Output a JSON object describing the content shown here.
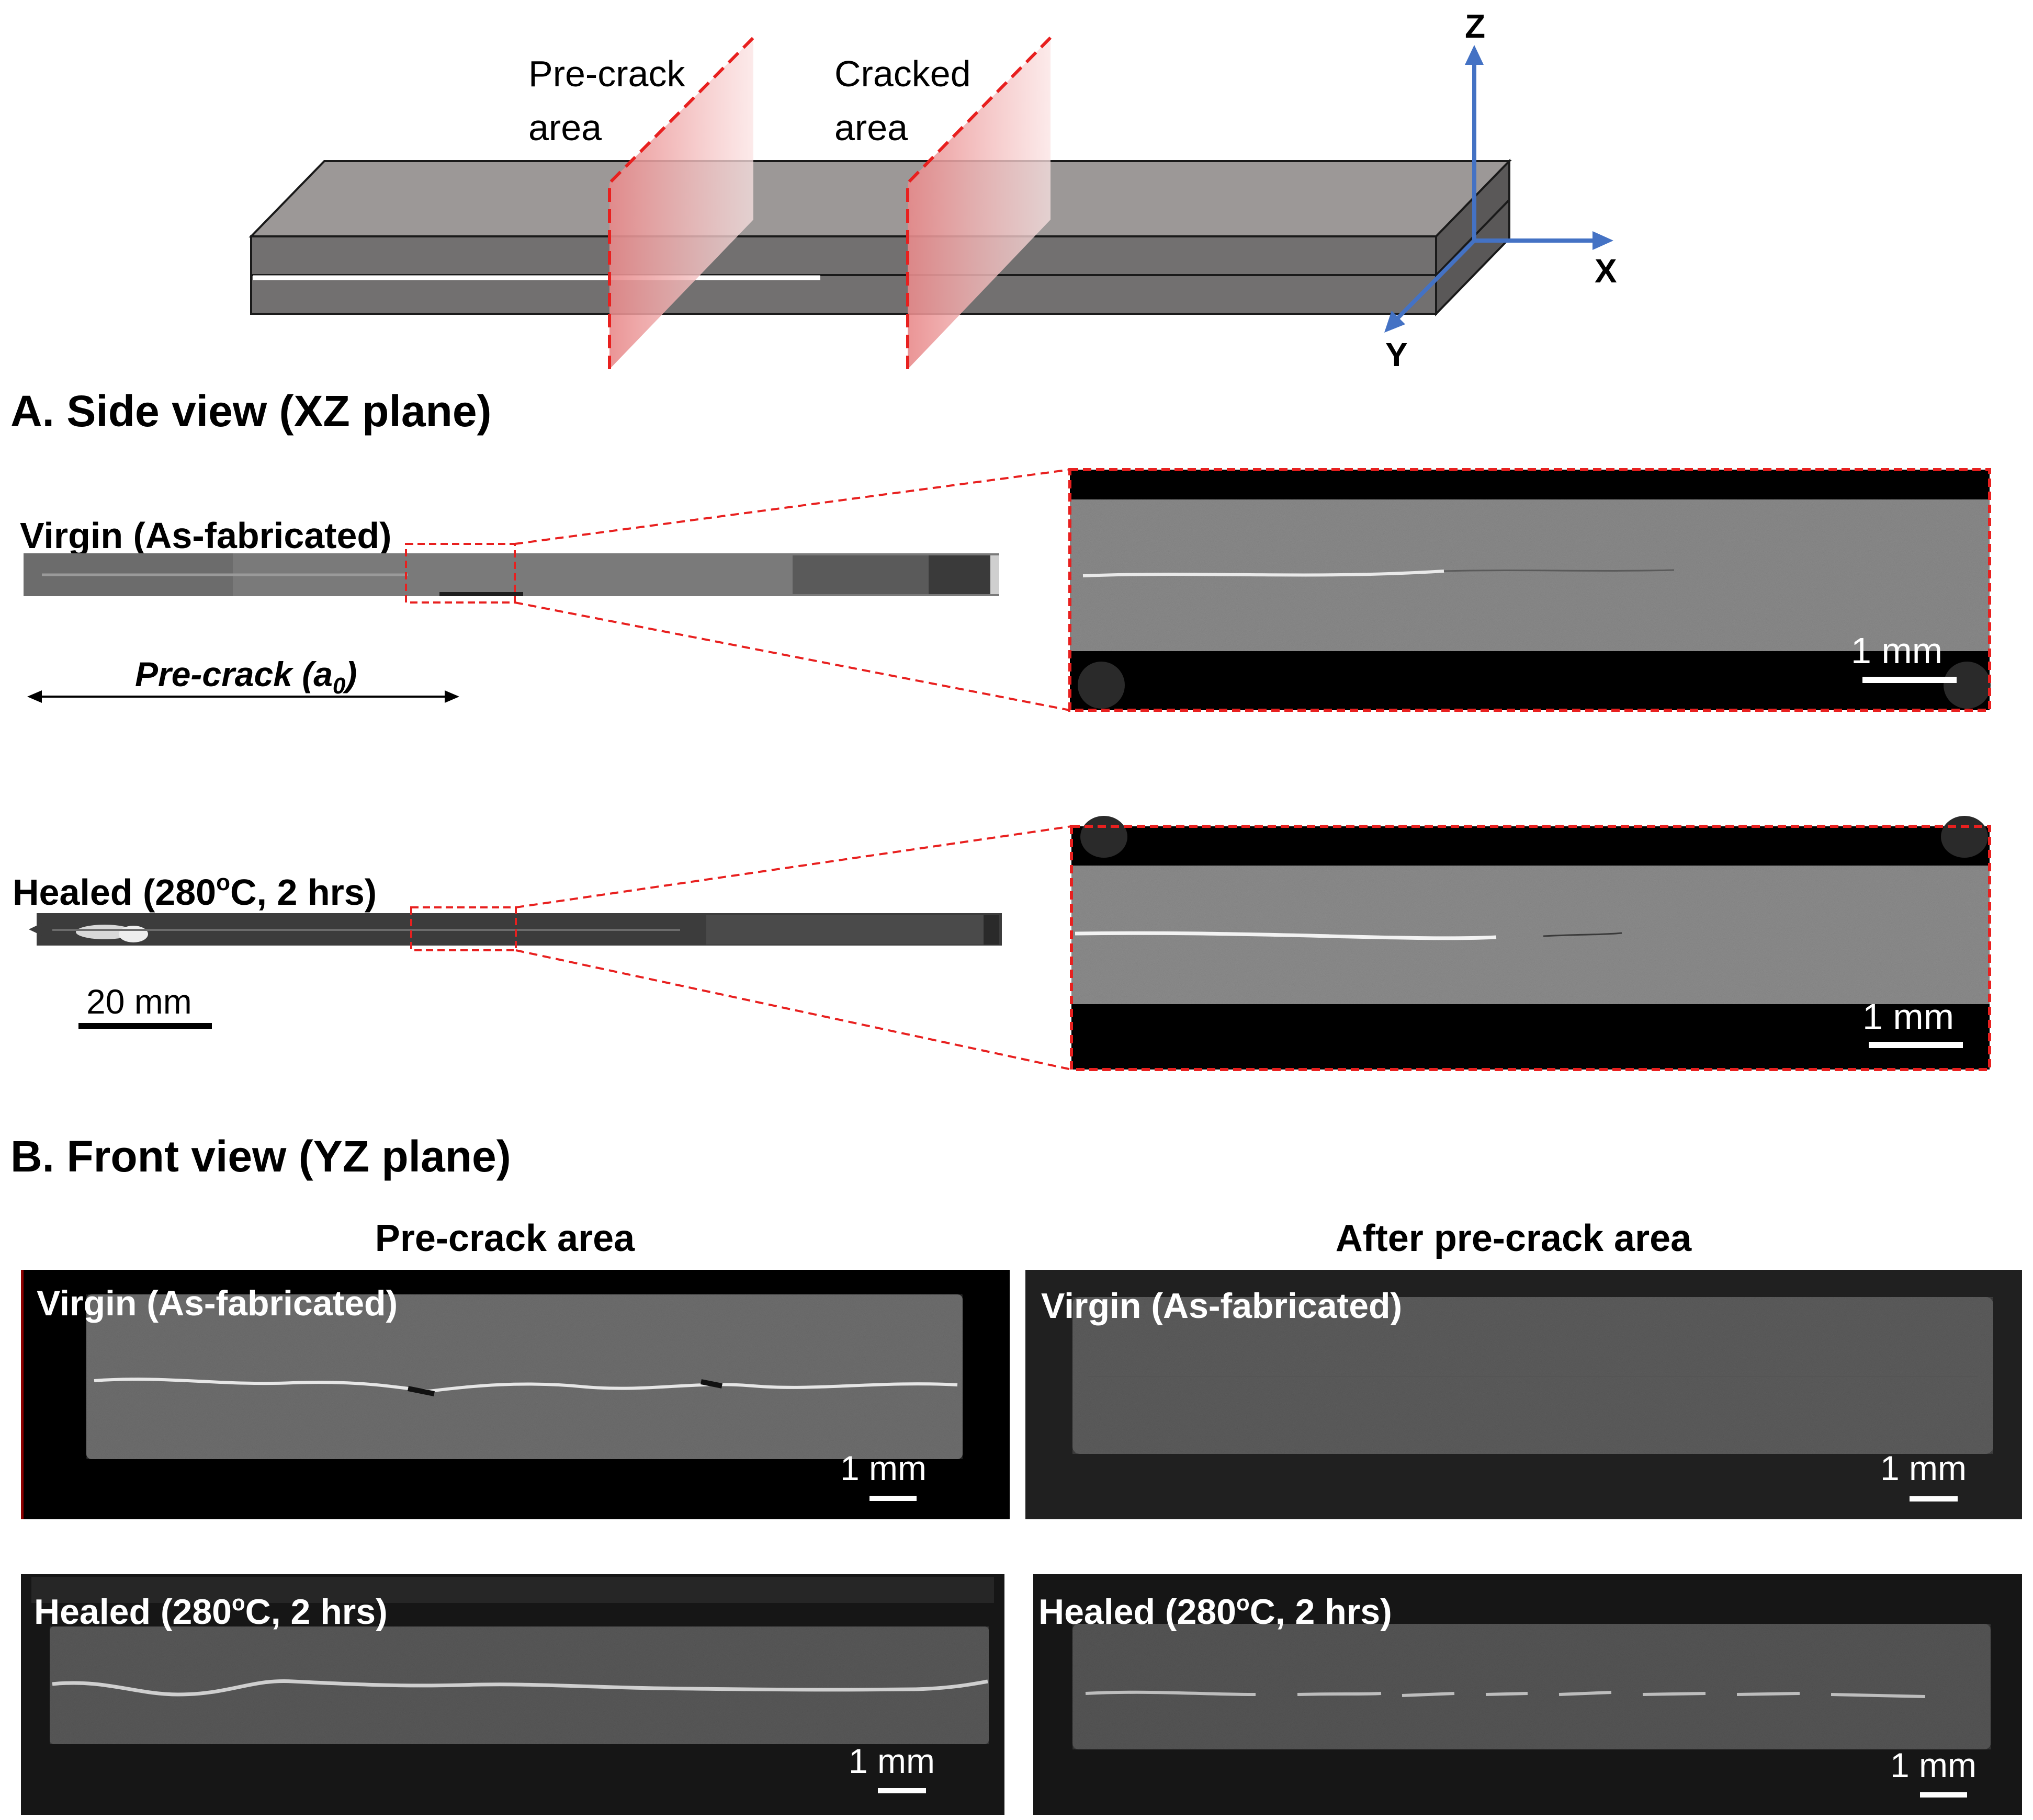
{
  "schematic": {
    "plane1_label_line1": "Pre-crack",
    "plane1_label_line2": "area",
    "plane2_label_line1": "Cracked",
    "plane2_label_line2": "area",
    "axis_z": "Z",
    "axis_x": "X",
    "axis_y": "Y",
    "accent_red": "#e8201f",
    "axis_blue": "#4472c4"
  },
  "section_a": {
    "title": "A. Side view (XZ plane)",
    "virgin_label": "Virgin (As-fabricated)",
    "precrack_label_main": "Pre-crack (a",
    "precrack_label_sub": "0",
    "precrack_label_end": ")",
    "healed_label_pre": "Healed (280",
    "healed_label_sup": "o",
    "healed_label_post": "C, 2 hrs)",
    "scale_20mm": "20 mm",
    "zoom_top_scale": "1 mm",
    "zoom_bottom_scale": "1 mm"
  },
  "section_b": {
    "title": "B. Front view (YZ plane)",
    "col1_header": "Pre-crack area",
    "col2_header": "After pre-crack area",
    "panel_tl_label": "Virgin (As-fabricated)",
    "panel_tr_label": "Virgin (As-fabricated)",
    "panel_bl_label_pre": "Healed (280",
    "panel_bl_label_sup": "o",
    "panel_bl_label_post": "C, 2 hrs)",
    "panel_br_label_pre": "Healed (280",
    "panel_br_label_sup": "o",
    "panel_br_label_post": "C, 2 hrs)",
    "scale_tl": "1 mm",
    "scale_tr": "1 mm",
    "scale_bl": "1 mm",
    "scale_br": "1 mm"
  }
}
